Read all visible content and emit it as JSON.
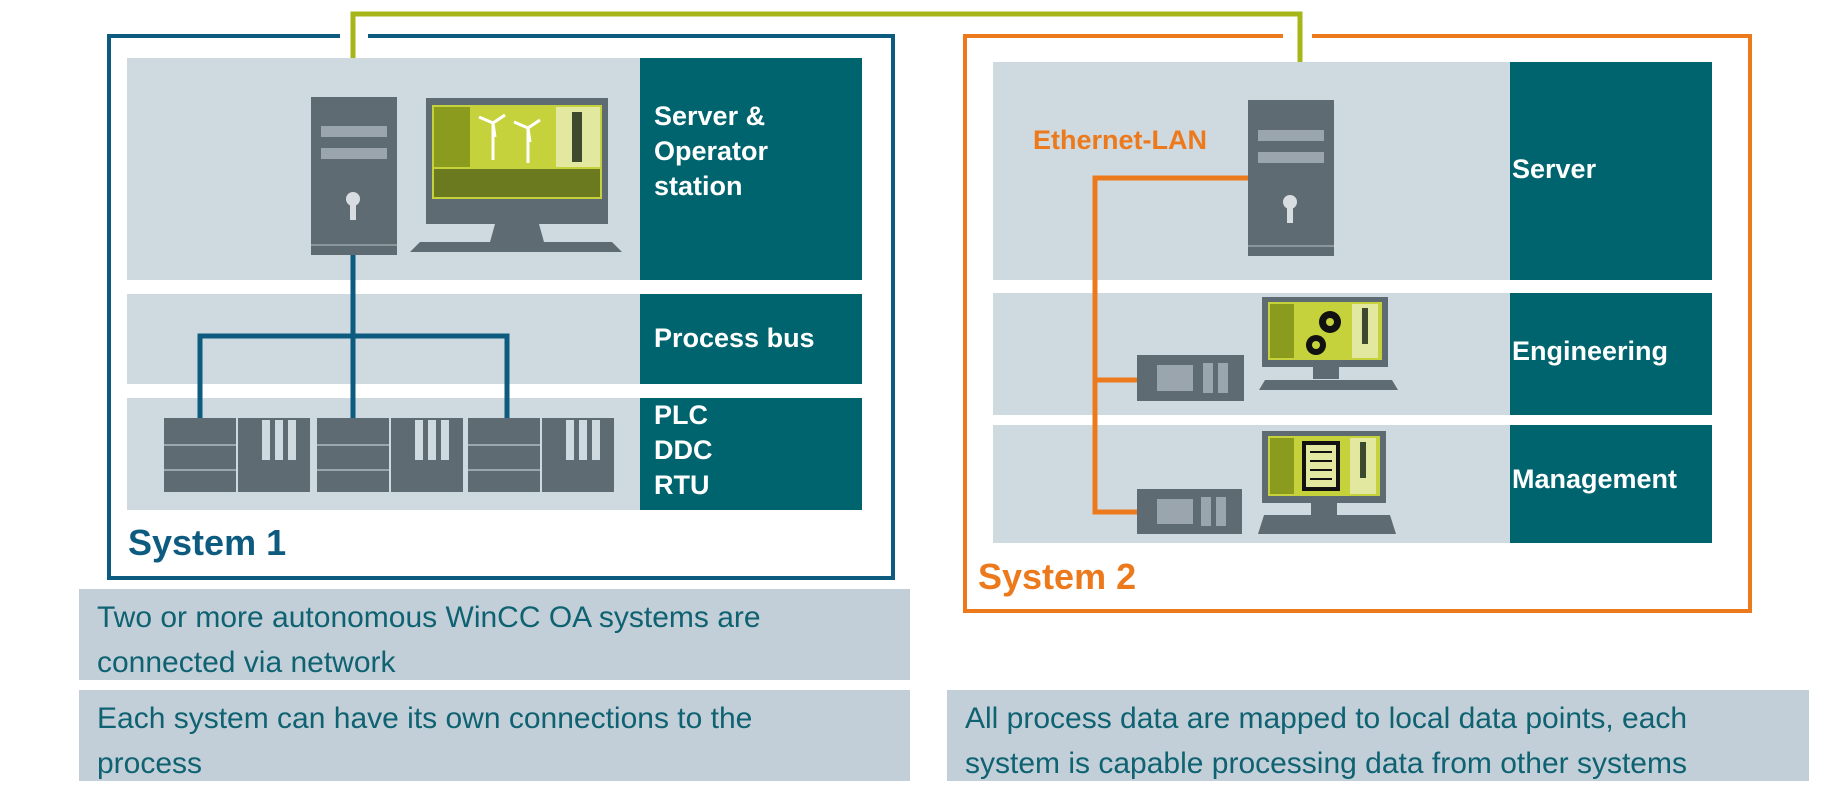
{
  "system1": {
    "title": "System 1",
    "server_operator_label": [
      "Server &",
      "Operator",
      "station"
    ],
    "process_bus_label": "Process bus",
    "controller_labels": [
      "PLC",
      "DDC",
      "RTU"
    ]
  },
  "system2": {
    "title": "System 2",
    "network_label": "Ethernet-LAN",
    "server_label": "Server",
    "engineering_label": "Engineering",
    "management_label": "Management"
  },
  "notes": {
    "autonomous": [
      "Two or more autonomous WinCC OA systems are",
      "connected via network"
    ],
    "own_connections": [
      "Each system can have its own connections to the",
      "process"
    ],
    "data_mapping": [
      "All process data are mapped to local data points, each",
      "system is capable processing data from other systems"
    ]
  },
  "colors": {
    "system1_frame": "#0e5b80",
    "system2_frame": "#ec7a1d",
    "link_line": "#a6b518",
    "teal_panel": "#00646e",
    "grey_panel": "#cfd9e0",
    "note_bg": "#c3cfd8",
    "note_text": "#0e6271"
  }
}
